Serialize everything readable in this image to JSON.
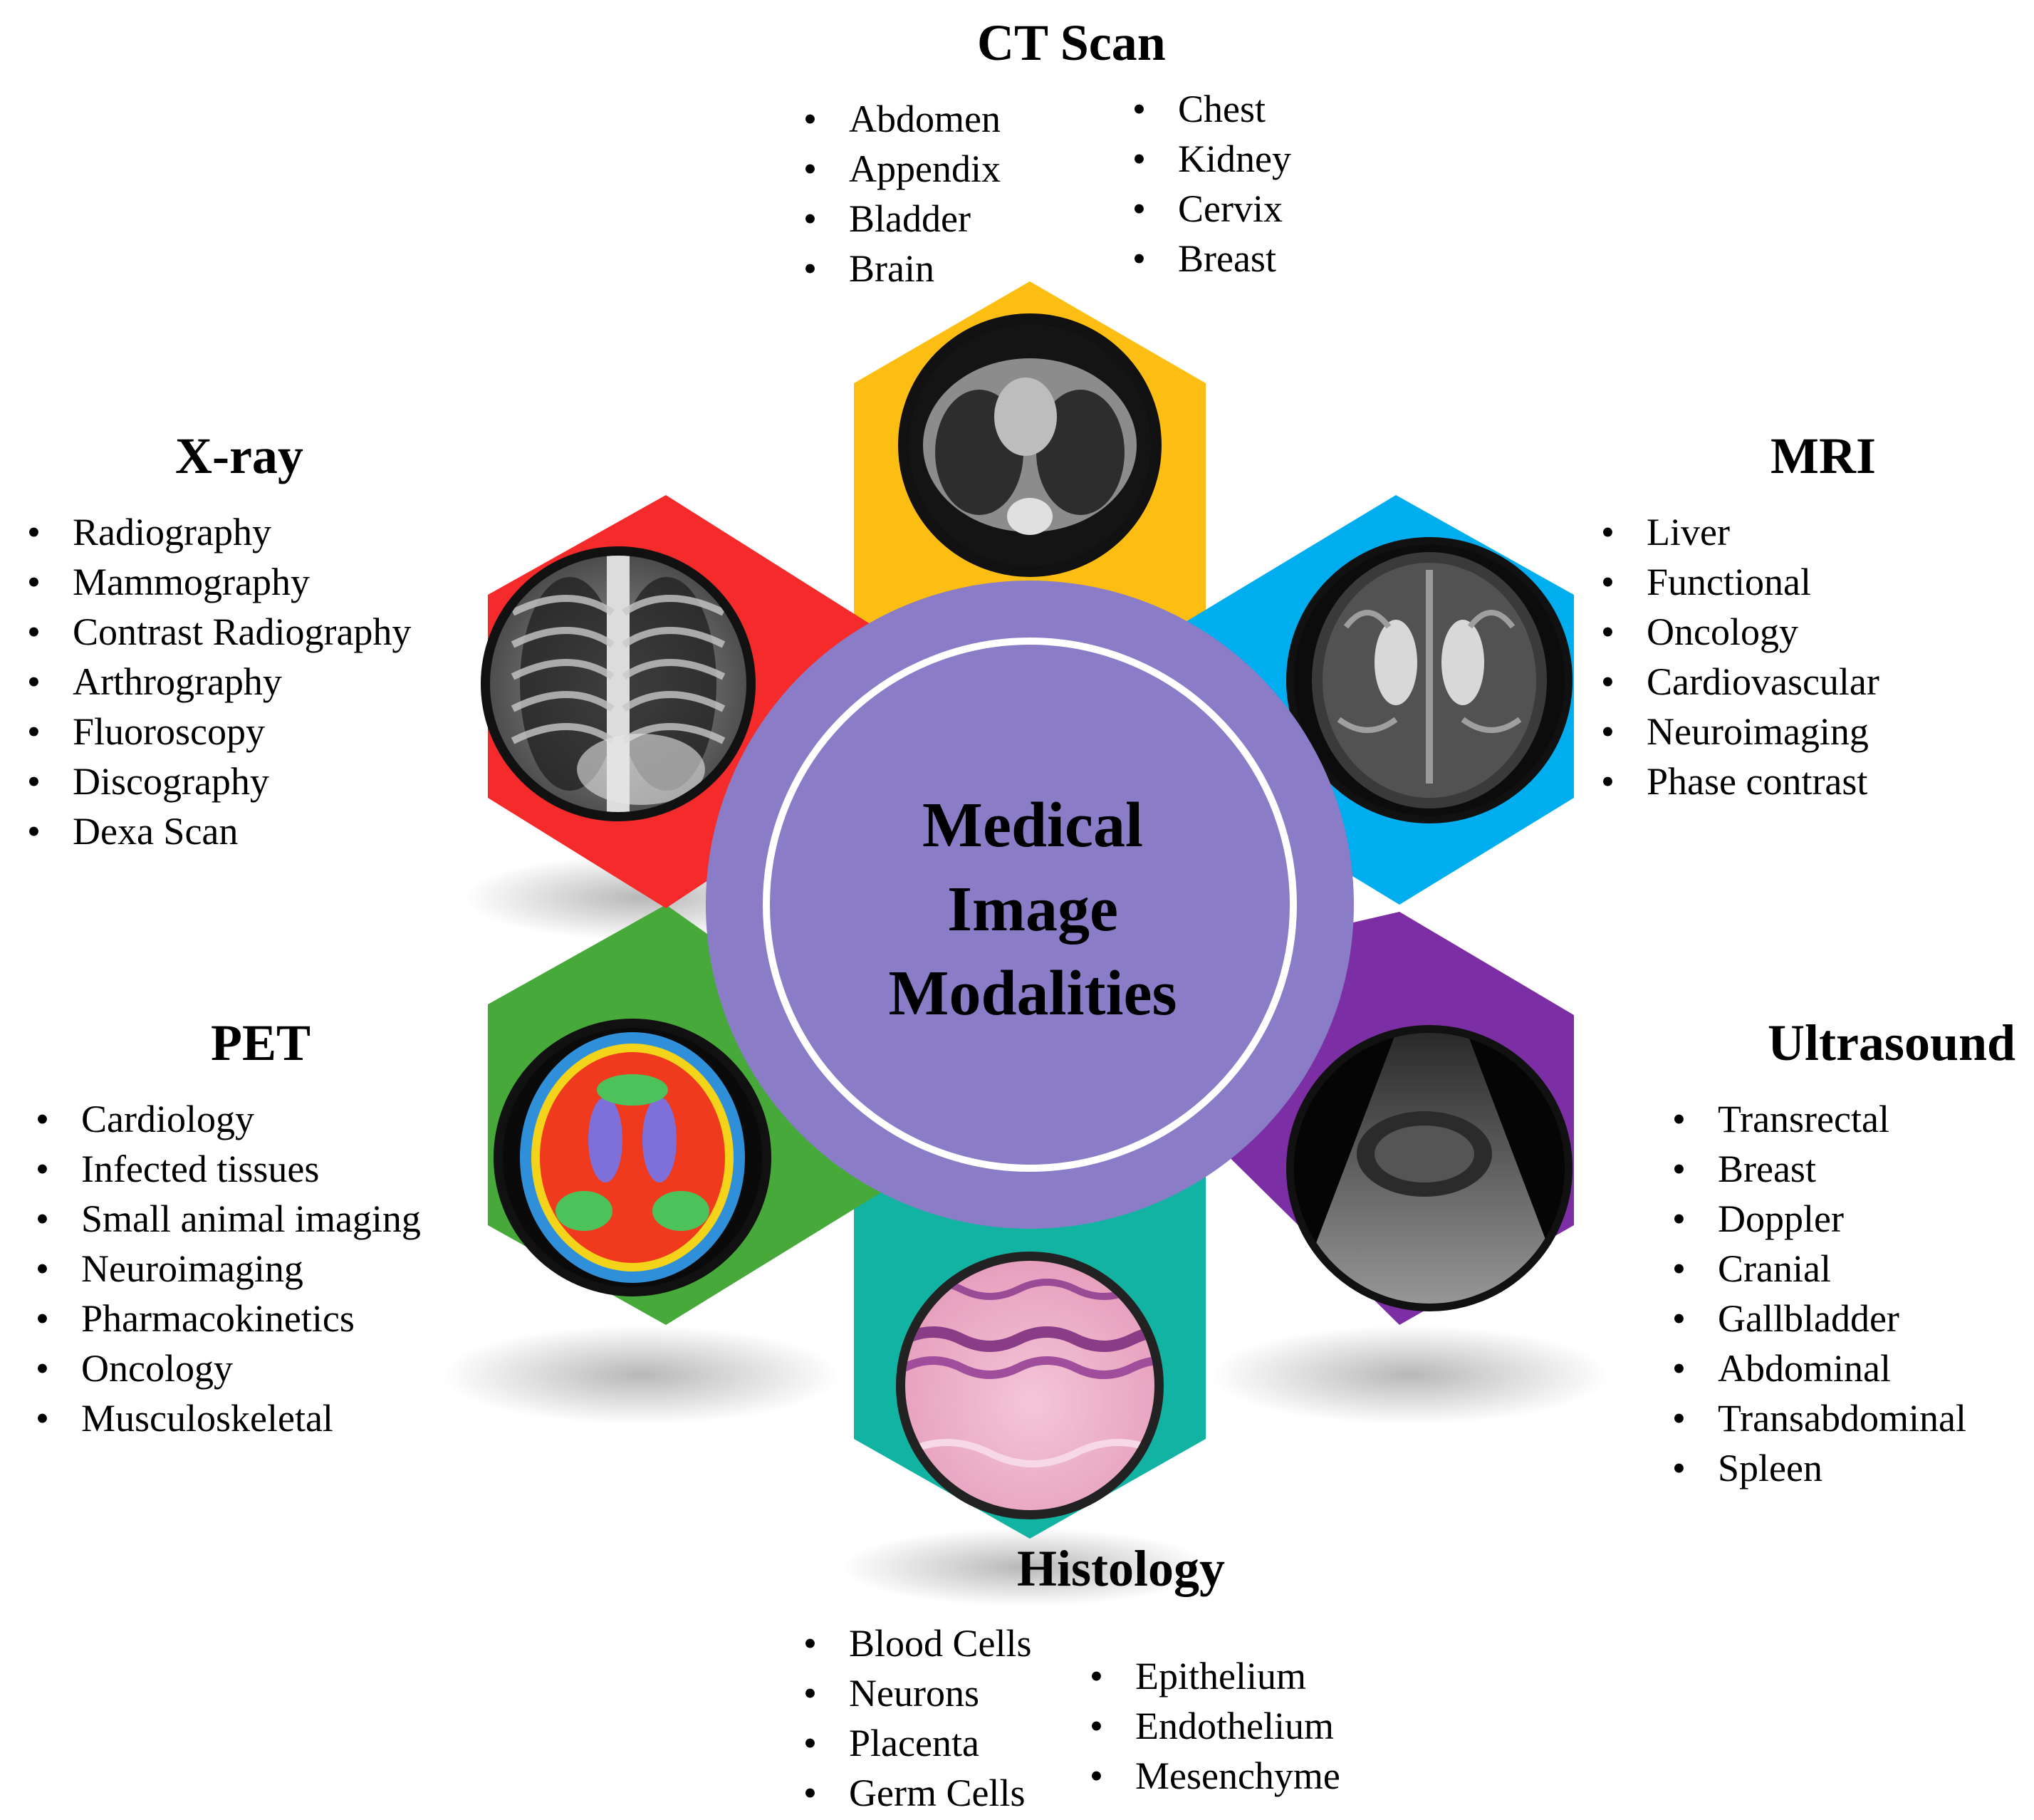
{
  "center": {
    "title_lines": [
      "Medical",
      "Image",
      "Modalities"
    ],
    "fill_color": "#8A7CC6",
    "ring_color": "#FFFFFF"
  },
  "modalities": [
    {
      "key": "ct",
      "title": "CT Scan",
      "color": "#FDBE14",
      "icon": "axial-chest-ct-scan",
      "items_col1": [
        "Abdomen",
        "Appendix",
        "Bladder",
        "Brain"
      ],
      "items_col2": [
        "Chest",
        "Kidney",
        "Cervix",
        "Breast"
      ]
    },
    {
      "key": "mri",
      "title": "MRI",
      "color": "#00AEEF",
      "icon": "axial-brain-mri",
      "items": [
        "Liver",
        "Functional",
        "Oncology",
        "Cardiovascular",
        "Neuroimaging",
        "Phase contrast"
      ]
    },
    {
      "key": "ultrasound",
      "title": "Ultrasound",
      "color": "#7C2FA4",
      "icon": "ultrasound-scan",
      "items": [
        "Transrectal",
        "Breast",
        "Doppler",
        "Cranial",
        "Gallbladder",
        "Abdominal",
        "Transabdominal",
        "Spleen"
      ]
    },
    {
      "key": "histology",
      "title": "Histology",
      "color": "#13B3A3",
      "icon": "histology-slide",
      "items_col1": [
        "Blood Cells",
        "Neurons",
        "Placenta",
        "Germ Cells"
      ],
      "items_col2": [
        "Epithelium",
        "Endothelium",
        "Mesenchyme"
      ]
    },
    {
      "key": "pet",
      "title": "PET",
      "color": "#46A93A",
      "icon": "pet-brain-scan",
      "items": [
        "Cardiology",
        "Infected tissues",
        "Small animal imaging",
        "Neuroimaging",
        "Pharmacokinetics",
        "Oncology",
        "Musculoskeletal"
      ]
    },
    {
      "key": "xray",
      "title": "X-ray",
      "color": "#F52B2B",
      "icon": "chest-xray",
      "items": [
        "Radiography",
        "Mammography",
        "Contrast Radiography",
        "Arthrography",
        "Fluoroscopy",
        "Discography",
        "Dexa Scan"
      ]
    }
  ]
}
